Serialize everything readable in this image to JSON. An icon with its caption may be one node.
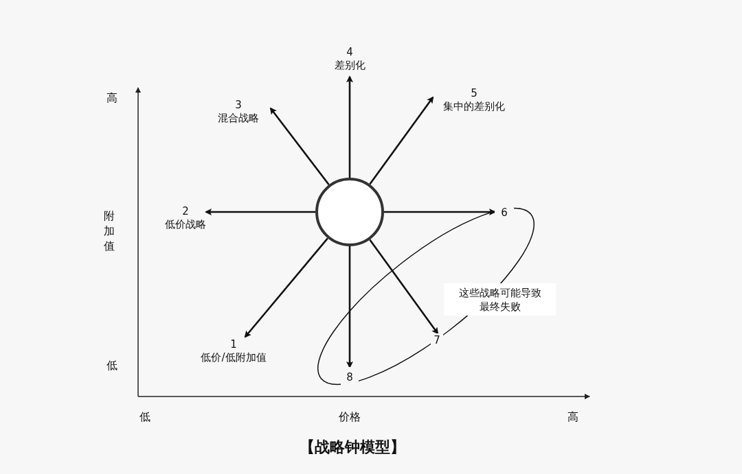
{
  "diagram": {
    "caption": "【战略钟模型】",
    "nodes": [
      {
        "text": [],
        "shape": "circle"
      },
      {
        "text": [
          "1",
          "低价/低附加值"
        ]
      },
      {
        "text": [
          "2",
          "低价战略"
        ]
      },
      {
        "text": [
          "3",
          "混合战略"
        ]
      },
      {
        "text": [
          "4",
          "差别化"
        ]
      },
      {
        "text": [
          "5",
          "集中的差别化"
        ]
      },
      {
        "text": [
          "6"
        ]
      },
      {
        "text": [
          "7"
        ]
      },
      {
        "text": [
          "8"
        ]
      },
      {
        "text": [
          "这些战略可能导致最终失败"
        ]
      }
    ],
    "edges": [
      {
        "from": 0,
        "to": 1,
        "arrow": "to"
      },
      {
        "from": 0,
        "to": 2,
        "arrow": "to"
      },
      {
        "from": 0,
        "to": 3,
        "arrow": "to"
      },
      {
        "from": 0,
        "to": 4,
        "arrow": "to"
      },
      {
        "from": 0,
        "to": 5,
        "arrow": "to"
      },
      {
        "from": 0,
        "to": 6,
        "arrow": "to"
      },
      {
        "from": 0,
        "to": 7,
        "arrow": "to"
      },
      {
        "from": 0,
        "to": 8,
        "arrow": "to"
      }
    ],
    "labels": [
      "高",
      "附加值",
      "低",
      "低",
      "价格",
      "高"
    ]
  }
}
